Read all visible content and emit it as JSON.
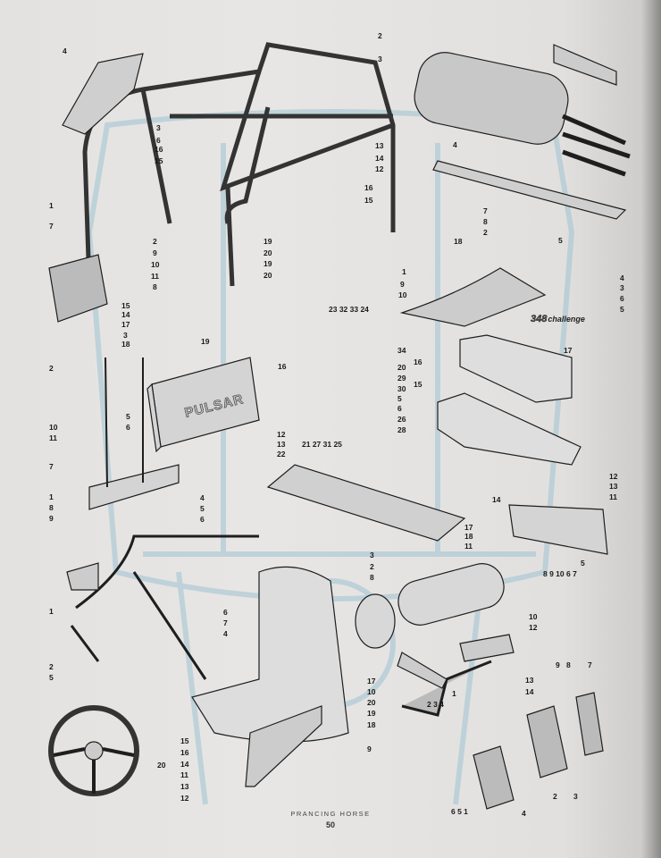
{
  "footer": {
    "publication": "PRANCING HORSE",
    "page_number": "50"
  },
  "battery_brand": "PULSAR",
  "logo": {
    "model": "348",
    "word": "challenge"
  },
  "callouts": [
    "4",
    "2",
    "3",
    "3",
    "6",
    "16",
    "15",
    "13",
    "14",
    "12",
    "4",
    "16",
    "15",
    "1",
    "7",
    "2",
    "9",
    "10",
    "11",
    "8",
    "19",
    "20",
    "19",
    "20",
    "18",
    "7",
    "8",
    "2",
    "5",
    "1",
    "9",
    "10",
    "4",
    "3",
    "6",
    "5",
    "15",
    "14",
    "17",
    "3",
    "18",
    "19",
    "23 32 33 24",
    "17",
    "2",
    "16",
    "34",
    "20",
    "29",
    "30",
    "5",
    "6",
    "26",
    "28",
    "16",
    "15",
    "5",
    "6",
    "12",
    "13",
    "22",
    "21 27 31 25",
    "10",
    "11",
    "7",
    "1",
    "8",
    "9",
    "4",
    "5",
    "6",
    "12",
    "13",
    "11",
    "14",
    "17",
    "18",
    "11",
    "3",
    "2",
    "8",
    "5",
    "8 9 10 6 7",
    "1",
    "6",
    "7",
    "4",
    "10",
    "12",
    "2",
    "5",
    "9",
    "8",
    "7",
    "13",
    "14",
    "1",
    "2 3 4",
    "17",
    "10",
    "20",
    "19",
    "18",
    "9",
    "20",
    "15",
    "16",
    "14",
    "11",
    "13",
    "12",
    "6 5 1",
    "4",
    "2",
    "3"
  ],
  "colors": {
    "paper": "#e6e4e2",
    "line": "#1e1e1e",
    "ghost": "#9fc3d4"
  }
}
